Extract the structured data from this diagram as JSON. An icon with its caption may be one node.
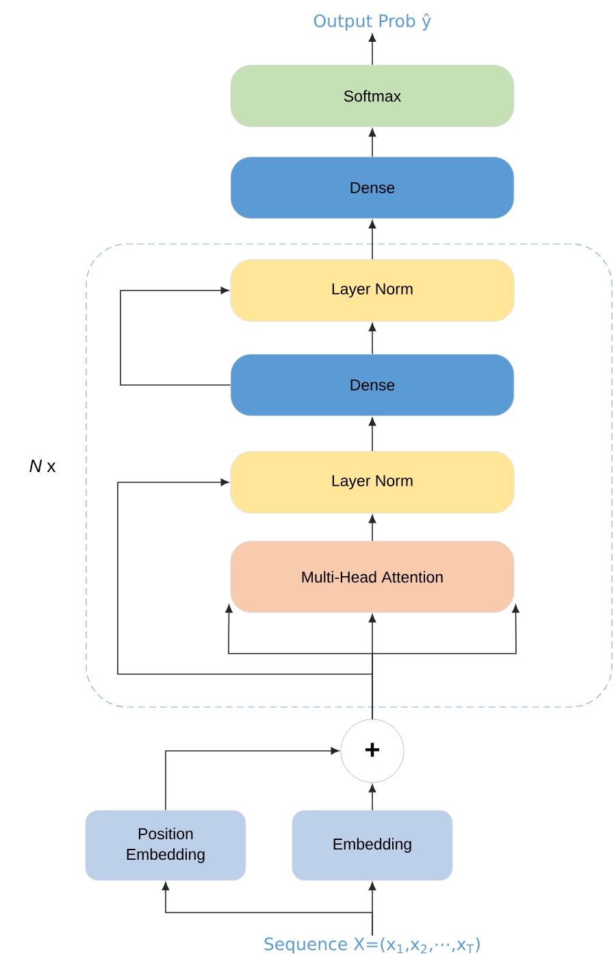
{
  "diagram": {
    "nodes": [
      {
        "text": [
          "Output Prob ŷ"
        ]
      },
      {
        "text": [
          "Softmax"
        ]
      },
      {
        "text": [
          "Dense"
        ]
      },
      {
        "text": [
          "*N* x"
        ]
      },
      {
        "text": [
          "Layer Norm"
        ],
        "in": 3
      },
      {
        "text": [
          "Dense"
        ],
        "in": 3
      },
      {
        "text": [
          "Layer Norm"
        ],
        "in": 3
      },
      {
        "text": [
          "Multi-Head Attention"
        ],
        "in": 3
      },
      {
        "text": [
          "+"
        ]
      },
      {
        "text": [
          "Position Embedding"
        ]
      },
      {
        "text": [
          "Embedding"
        ]
      },
      {
        "text": [
          "Sequence X=(x$_{1}$,x$_{2}$,⋯,x$_{T}$)"
        ]
      }
    ],
    "edges": [
      {
        "from": 1,
        "to": 0,
        "arrow": "to"
      },
      {
        "from": 2,
        "to": 1,
        "arrow": "to"
      },
      {
        "from": 4,
        "to": 2,
        "arrow": "to"
      },
      {
        "from": 5,
        "to": 4,
        "arrow": "to"
      },
      {
        "from": 5,
        "to": 4,
        "arrow": "to"
      },
      {
        "from": 6,
        "to": 5,
        "arrow": "to"
      },
      {
        "from": 7,
        "to": 6,
        "arrow": "to"
      },
      {
        "from": 8,
        "to": 6,
        "arrow": "to"
      },
      {
        "from": 8,
        "to": 7,
        "arrow": "to"
      },
      {
        "from": 8,
        "to": 7,
        "arrow": "to"
      },
      {
        "from": 8,
        "to": 7,
        "arrow": "to"
      },
      {
        "from": 10,
        "to": 8,
        "arrow": "to"
      },
      {
        "from": 9,
        "to": 8,
        "arrow": "to"
      },
      {
        "from": 11,
        "to": 10,
        "arrow": "to"
      },
      {
        "from": 11,
        "to": 9,
        "arrow": "to"
      }
    ]
  }
}
